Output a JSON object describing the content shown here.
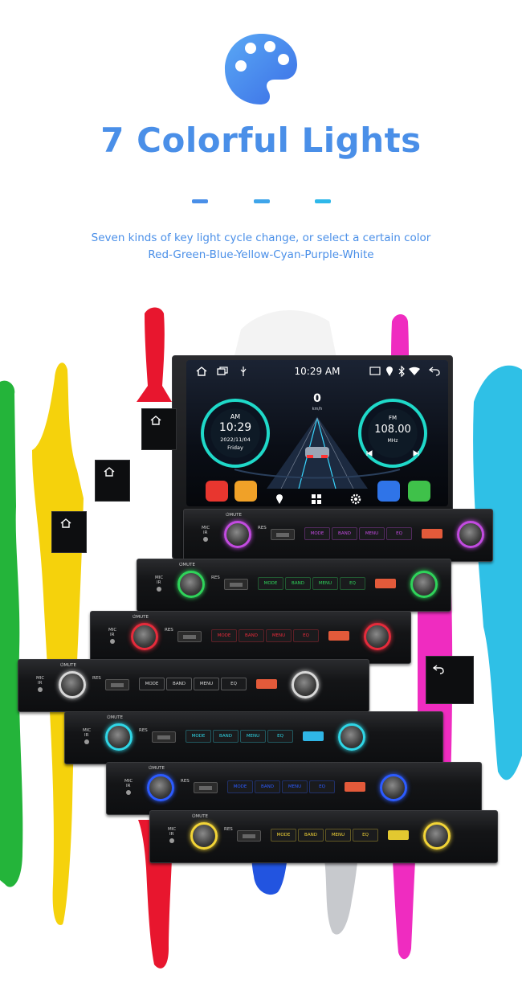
{
  "header": {
    "title": "7 Colorful Lights",
    "subtitle_line1": "Seven kinds of key light cycle change, or select a certain color",
    "subtitle_line2": "Red-Green-Blue-Yellow-Cyan-Purple-White",
    "accent": "#4a8fe8"
  },
  "screen": {
    "time": "10:29 AM",
    "speed": "0",
    "speed_unit": "km/h",
    "clock_period": "AM",
    "clock_time": "10:29",
    "date": "2022/11/04",
    "day": "Friday",
    "radio_band": "FM",
    "radio_freq": "108.00",
    "radio_unit": "MHz"
  },
  "unit_labels": {
    "mute": "⏻MUTE",
    "res": "RES",
    "ir": "IR",
    "mic": "MIC",
    "mode": "MODE",
    "band": "BAND",
    "menu": "MENU",
    "eq": "EQ"
  },
  "light_colors": {
    "purple": "#c24be0",
    "green": "#2fd35a",
    "red": "#e52b3b",
    "white": "#d8d8d8",
    "cyan": "#2fd6e6",
    "blue": "#2c5bff",
    "yellow": "#f2d437"
  },
  "icons": [
    "palette-icon",
    "home-icon",
    "window-icon",
    "usb-icon",
    "cast-icon",
    "location-icon",
    "bluetooth-icon",
    "wifi-icon",
    "back-icon",
    "video-app-icon",
    "radio-app-icon",
    "phone-app-icon",
    "music-app-icon",
    "apps-grid-icon",
    "settings-icon",
    "prev-icon",
    "next-icon"
  ]
}
